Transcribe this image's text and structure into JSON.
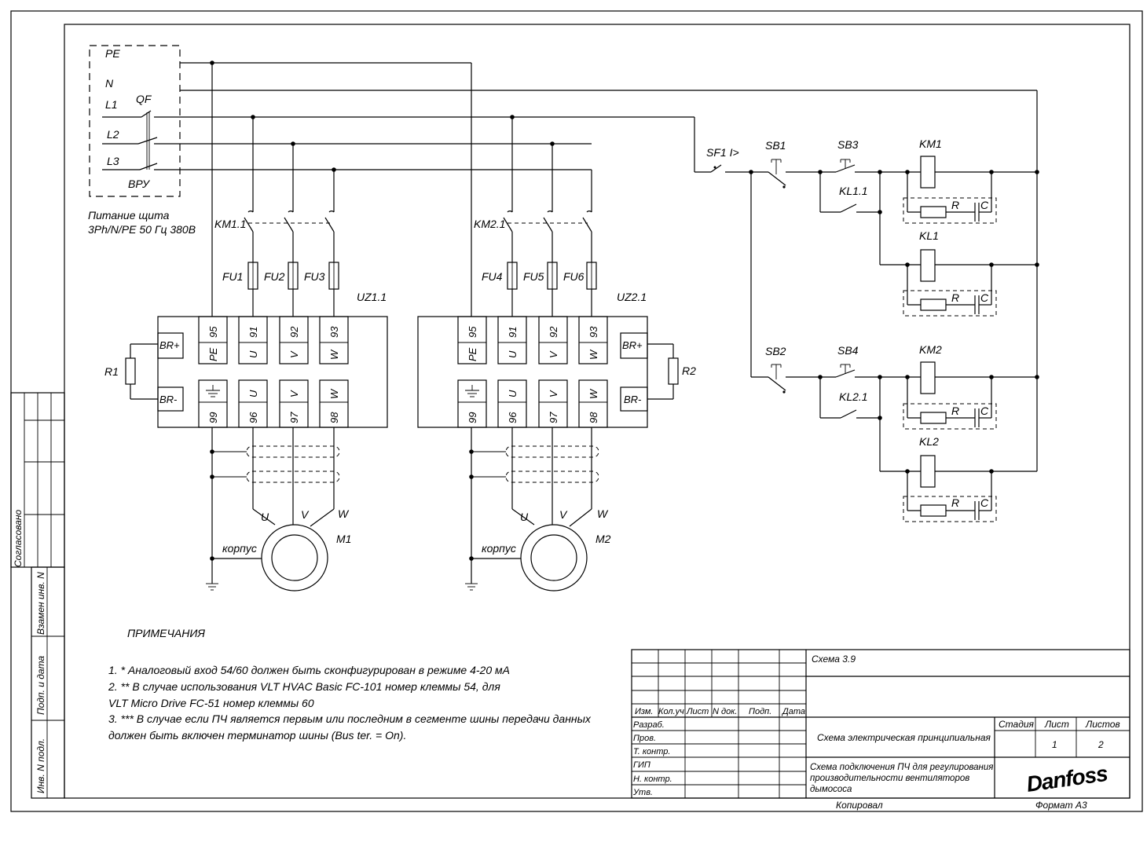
{
  "supply": {
    "pe": "PE",
    "n": "N",
    "l1": "L1",
    "l2": "L2",
    "l3": "L3",
    "qf": "QF",
    "vru": "ВРУ",
    "caption_line1": "Питание щита",
    "caption_line2": "3Ph/N/PE 50 Гц 380В"
  },
  "drive1": {
    "label": "UZ1.1",
    "contactor": "KM1.1",
    "fuses": [
      "FU1",
      "FU2",
      "FU3"
    ],
    "top_numbers": [
      "95",
      "91",
      "92",
      "93"
    ],
    "top_letters": [
      "PE",
      "U",
      "V",
      "W"
    ],
    "bottom_letters": [
      "U",
      "V",
      "W"
    ],
    "bottom_numbers": [
      "99",
      "96",
      "97",
      "98"
    ],
    "br_plus": "BR+",
    "br_minus": "BR-",
    "resistor": "R1",
    "motor": "M1",
    "motor_u": "U",
    "motor_v": "V",
    "motor_w": "W",
    "body": "корпус"
  },
  "drive2": {
    "label": "UZ2.1",
    "contactor": "KM2.1",
    "fuses": [
      "FU4",
      "FU5",
      "FU6"
    ],
    "top_numbers": [
      "95",
      "91",
      "92",
      "93"
    ],
    "top_letters": [
      "PE",
      "U",
      "V",
      "W"
    ],
    "bottom_letters": [
      "U",
      "V",
      "W"
    ],
    "bottom_numbers": [
      "99",
      "96",
      "97",
      "98"
    ],
    "br_plus": "BR+",
    "br_minus": "BR-",
    "resistor": "R2",
    "motor": "M2",
    "motor_u": "U",
    "motor_v": "V",
    "motor_w": "W",
    "body": "корпус"
  },
  "control": {
    "sf1": "SF1 I>",
    "sb1": "SB1",
    "sb2": "SB2",
    "sb3": "SB3",
    "sb4": "SB4",
    "km1": "KM1",
    "km2": "KM2",
    "kl1": "KL1",
    "kl2": "KL2",
    "kl11": "KL1.1",
    "kl21": "KL2.1",
    "r": "R",
    "c": "C"
  },
  "notes": {
    "title": "ПРИМЕЧАНИЯ",
    "lines": [
      "1. * Аналоговый вход 54/60 должен быть сконфигурирован в режиме 4-20 мА",
      "2. ** В случае использования VLT HVAC Basic FC-101 номер клеммы 54, для",
      "VLT Micro Drive FC-51 номер клеммы 60",
      "3. *** В случае если ПЧ является первым или последним в сегменте шины передачи данных",
      "должен быть включен терминатор шины (Bus ter. = On)."
    ]
  },
  "side_stamp": {
    "agreed": "Согласовано",
    "replace_inv": "Взамен инв. N",
    "sign_date": "Подп. и дата",
    "inv_orig": "Инв. N подл."
  },
  "title_block": {
    "scheme_no": "Схема 3.9",
    "headers": [
      "Изм.",
      "Кол.уч",
      "Лист",
      "N док.",
      "Подп.",
      "Дата"
    ],
    "roles": [
      "Разраб.",
      "Пров.",
      "Т. контр.",
      "ГИП",
      "Н. контр.",
      "Утв."
    ],
    "doc_type": "Схема электрическая принципиальная",
    "stage": "Стадия",
    "sheet": "Лист",
    "sheets": "Листов",
    "sheet_no": "1",
    "sheets_total": "2",
    "name_line1": "Схема подключения ПЧ для регулирования",
    "name_line2": "производительности вентиляторов",
    "name_line3": "дымососа",
    "logo": "Danfoss",
    "copied": "Копировал",
    "format": "Формат А3"
  }
}
